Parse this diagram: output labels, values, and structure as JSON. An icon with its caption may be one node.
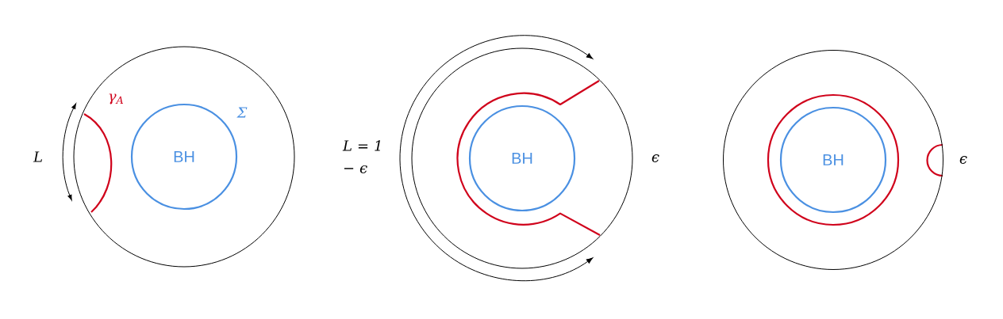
{
  "diagram": {
    "nodes": [
      {
        "text": [],
        "shape": "circle"
      },
      {
        "text": [
          "BH"
        ],
        "in": 0
      },
      {
        "text": [],
        "shape": "circle"
      },
      {
        "text": [
          "BH"
        ],
        "in": 2
      },
      {
        "text": [],
        "shape": "circle"
      },
      {
        "text": [
          "BH"
        ],
        "in": 4
      }
    ],
    "labels": [
      "L",
      "γ$_{A}$",
      "Σ",
      "L = 1 − ϵ",
      "ϵ",
      "ϵ"
    ]
  }
}
